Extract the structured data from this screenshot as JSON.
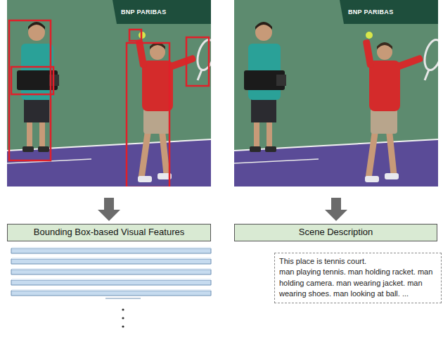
{
  "diagram": {
    "nodes": [
      {
        "text": [
          "Bounding Box-based Visual Features"
        ]
      },
      {
        "text": [
          "Scene Description"
        ]
      },
      {
        "text": [
          "This place is tennis court.",
          "man playing tennis. man holding racket. man holding camera. man wearing jacket. man wearing shoes. man looking at ball. ..."
        ]
      }
    ],
    "labels": [
      "BNP PARIBAS",
      "BNP PARIBAS"
    ]
  }
}
